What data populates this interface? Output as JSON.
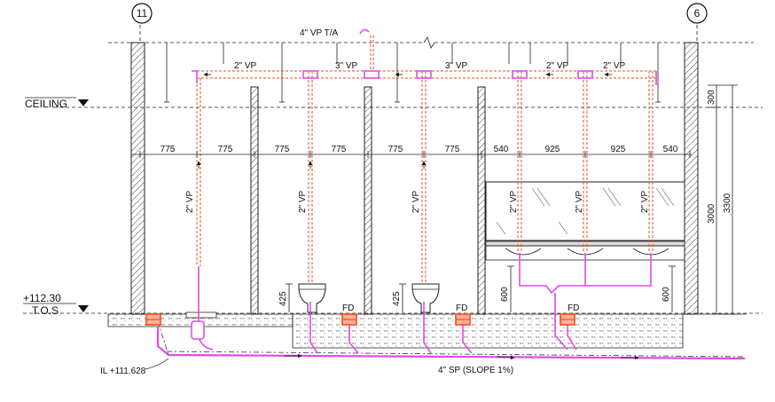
{
  "grid_markers": [
    "11",
    "6"
  ],
  "labels": {
    "vent_top": "4\" VP T/A",
    "ceiling": "CEILING",
    "tos_level": "+112.30",
    "tos": "T.O.S",
    "invert_level": "IL +111.628",
    "sewer_pipe": "4\" SP (SLOPE 1%)",
    "floor_drain": "FD"
  },
  "vent_labels": {
    "horizontal": [
      "2\" VP",
      "3\" VP",
      "3\" VP",
      "2\" VP",
      "2\" VP"
    ],
    "vertical": [
      "2\" VP",
      "2\" VP",
      "2\" VP",
      "2\" VP",
      "2\" VP",
      "2\" VP"
    ]
  },
  "dimensions": {
    "bay_widths": [
      "775",
      "775",
      "775",
      "775",
      "775",
      "775",
      "540",
      "925",
      "925",
      "540"
    ],
    "wc_height": [
      "425",
      "425"
    ],
    "basin_height": [
      "600",
      "600"
    ],
    "vertical": [
      "300",
      "3000",
      "3300"
    ]
  },
  "colors": {
    "vent_pipe": "#e0521d",
    "soil_pipe": "#e14be6",
    "drain_fitting": "#ff4a1a",
    "line": "#222222"
  }
}
